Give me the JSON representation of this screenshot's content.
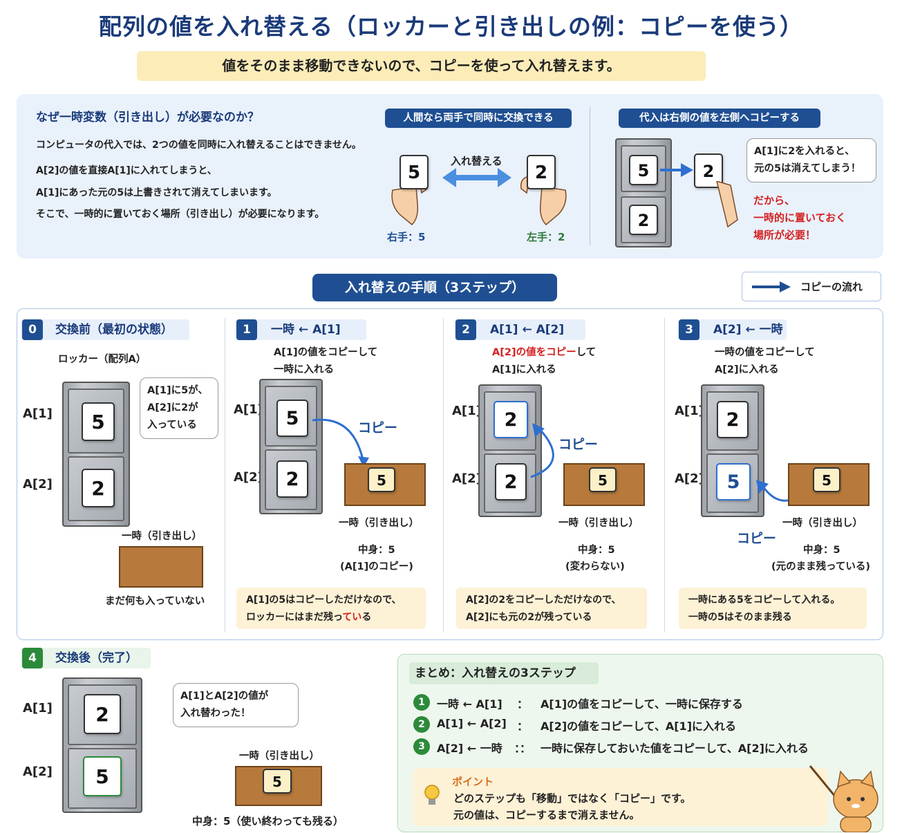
{
  "title": "配列の値を入れ替える（ロッカーと引き出しの例：コピーを使う）",
  "subtitle": "値をそのまま移動できないので、コピーを使って入れ替えます。",
  "why": {
    "heading": "なぜ一時変数（引き出し）が必要なのか？",
    "lines": [
      "コンピュータの代入では、2つの値を同時に入れ替えることはできません。",
      "A[2]の値を直接A[1]に入れてしまうと、",
      "A[1]にあった元の5は上書きされて消えてしまいます。",
      "そこで、一時的に置いておく場所（引き出し）が必要になります。"
    ],
    "human_pill": "人間なら両手で同時に交換できる",
    "swap_label": "入れ替える",
    "right_hand": "右手：5",
    "left_hand": "左手：2",
    "card_5": "5",
    "card_2": "2",
    "assign_pill": "代入は右側の値を左側へコピーする",
    "bubble": [
      "A[1]に2を入れると、",
      "元の5は消えてしまう！"
    ],
    "warn": [
      "だから、",
      "一時的に置いておく",
      "場所が必要！"
    ]
  },
  "procedure_pill": "入れ替えの手順（3ステップ）",
  "legend_label": "コピーの流れ",
  "steps": {
    "s0": {
      "num": "0",
      "label": "交換前（最初の状態）",
      "caption": "ロッカー（配列A）",
      "bubble": [
        "A[1]に5が、",
        "A[2]に2が",
        "入っている"
      ],
      "drawer_label": "一時（引き出し）",
      "drawer_note": "まだ何も入っていない"
    },
    "s1": {
      "num": "1",
      "label": "一時 ← A[1]",
      "desc": [
        "A[1]の値をコピーして",
        "一時に入れる"
      ],
      "copy": "コピー",
      "drawer_label": "一時（引き出し）",
      "content": "中身：5",
      "content_note": "(A[1]のコピー)",
      "note_a": "A[1]の5はコピーしただけなので、",
      "note_b": "ロッカーにはまだ残っ",
      "note_c": "てい",
      "note_d": "る"
    },
    "s2": {
      "num": "2",
      "label": "A[1] ← A[2]",
      "desc_red": "A[2]の値をコピー",
      "desc_rest": "して",
      "desc2": "A[1]に入れる",
      "copy": "コピー",
      "drawer_label": "一時（引き出し）",
      "content": "中身：5",
      "content_note": "(変わらない)",
      "note": [
        "A[2]の2をコピーしただけなので、",
        "A[2]にも元の2が残っている"
      ]
    },
    "s3": {
      "num": "3",
      "label": "A[2] ← 一時",
      "desc": [
        "一時の値をコピーして",
        "A[2]に入れる"
      ],
      "copy": "コピー",
      "drawer_label": "一時（引き出し）",
      "content": "中身：5",
      "content_note": "(元のまま残っている)",
      "note": [
        "一時にある5をコピーして入れる。",
        "一時の5はそのまま残る"
      ]
    },
    "s4": {
      "num": "4",
      "label": "交換後（完了）",
      "bubble": [
        "A[1]とA[2]の値が",
        "入れ替わった！"
      ],
      "drawer_label": "一時（引き出し）",
      "content": "中身：5（使い終わっても残る）"
    }
  },
  "labels": {
    "a1": "A[1]",
    "a2": "A[2]",
    "five": "5",
    "two": "2"
  },
  "summary": {
    "title": "まとめ：入れ替えの3ステップ",
    "rows": [
      {
        "num": "1",
        "op": "一時 ← A[1]",
        "sep": "：",
        "text": "A[1]の値をコピーして、一時に保存する"
      },
      {
        "num": "2",
        "op": "A[1] ← A[2]",
        "sep": "：",
        "text": "A[2]の値をコピーして、A[1]に入れる"
      },
      {
        "num": "3",
        "op": "A[2] ← 一時",
        "sep": "：：",
        "text": "一時に保存しておいた値をコピーして、A[2]に入れる"
      }
    ],
    "point_title": "ポイント",
    "point_lines": [
      "どのステップも「移動」ではなく「コピー」です。",
      "元の値は、コピーするまで消えません。"
    ]
  },
  "colors": {
    "navy": "#1f4f92",
    "green": "#2c8a3a",
    "red": "#d42020",
    "drawer": "#b77a3c"
  }
}
